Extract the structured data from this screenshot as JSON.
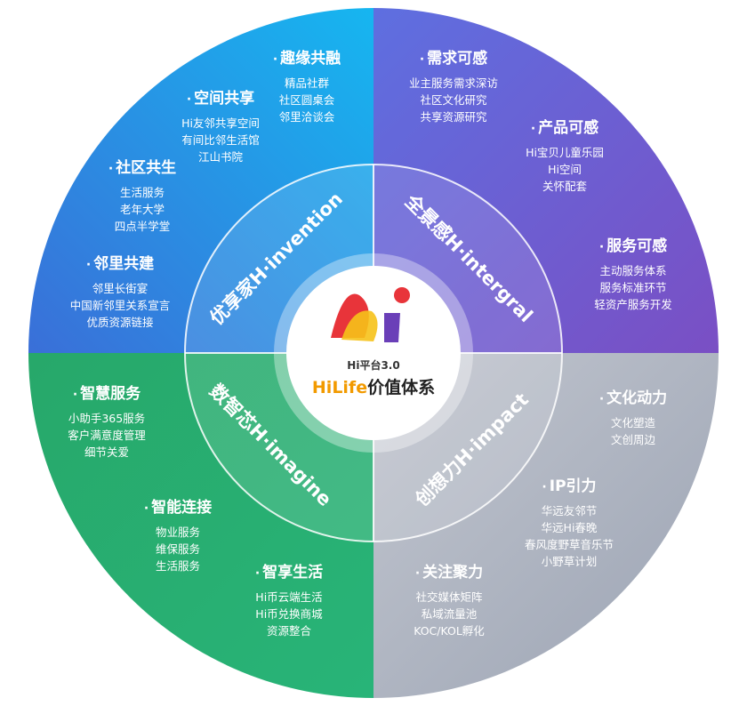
{
  "center": {
    "subtitle": "Hi平台3.0",
    "title_accent": "HiLife",
    "title_rest": "价值体系",
    "logo_text": "Hi"
  },
  "ring_labels": {
    "top_left": "优享家H·invention",
    "top_right": "全景感H·intergral",
    "bottom_left": "数智芯H·imagine",
    "bottom_right": "创想力H·impact"
  },
  "colors": {
    "top_left": "#2fa8e6",
    "top_right": "#7b5fd0",
    "bottom_left": "#2fae74",
    "bottom_right": "#b4bac6",
    "logo_red": "#e8343a",
    "logo_yellow": "#f6c21a",
    "logo_purple": "#6a3fb8"
  },
  "groups": [
    {
      "title": "趣缘共融",
      "items": [
        "精品社群",
        "社区圆桌会",
        "邻里洽谈会"
      ]
    },
    {
      "title": "空间共享",
      "items": [
        "Hi友邻共享空间",
        "有间比邻生活馆",
        "江山书院"
      ]
    },
    {
      "title": "社区共生",
      "items": [
        "生活服务",
        "老年大学",
        "四点半学堂"
      ]
    },
    {
      "title": "邻里共建",
      "items": [
        "邻里长街宴",
        "中国新邻里关系宣言",
        "优质资源链接"
      ]
    },
    {
      "title": "需求可感",
      "items": [
        "业主服务需求深访",
        "社区文化研究",
        "共享资源研究"
      ]
    },
    {
      "title": "产品可感",
      "items": [
        "Hi宝贝儿童乐园",
        "Hi空间",
        "关怀配套"
      ]
    },
    {
      "title": "服务可感",
      "items": [
        "主动服务体系",
        "服务标准环节",
        "轻资产服务开发"
      ]
    },
    {
      "title": "智慧服务",
      "items": [
        "小助手365服务",
        "客户满意度管理",
        "细节关爱"
      ]
    },
    {
      "title": "智能连接",
      "items": [
        "物业服务",
        "维保服务",
        "生活服务"
      ]
    },
    {
      "title": "智享生活",
      "items": [
        "Hi币云端生活",
        "Hi币兑换商城",
        "资源整合"
      ]
    },
    {
      "title": "文化动力",
      "items": [
        "文化塑造",
        "文创周边"
      ]
    },
    {
      "title": "IP引力",
      "items": [
        "华远友邻节",
        "华远Hi春晚",
        "春风度野草音乐节",
        "小野草计划"
      ]
    },
    {
      "title": "关注聚力",
      "items": [
        "社交媒体矩阵",
        "私域流量池",
        "KOC/KOL孵化"
      ]
    }
  ]
}
